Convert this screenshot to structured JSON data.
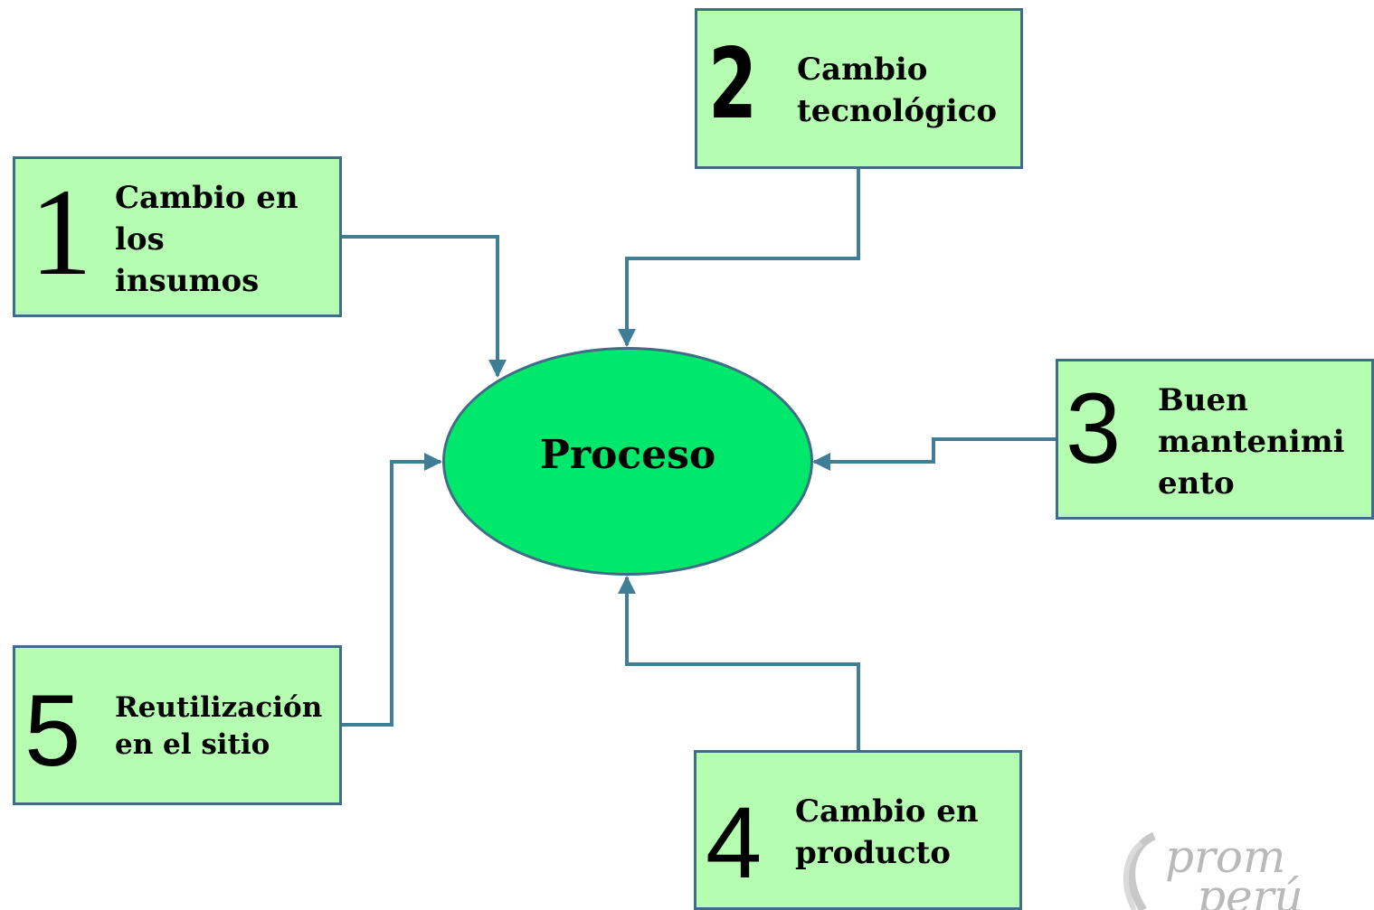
{
  "diagram": {
    "center": {
      "label": "Proceso"
    },
    "boxes": [
      {
        "number": "1",
        "label": "Cambio en\nlos\ninsumos"
      },
      {
        "number": "2",
        "label": "Cambio\ntecnológico"
      },
      {
        "number": "3",
        "label": "Buen\nmantenimi\nento"
      },
      {
        "number": "4",
        "label": "Cambio en\nproducto"
      },
      {
        "number": "5",
        "label": "Reutilización\nen el sitio"
      }
    ]
  },
  "watermark": {
    "line1": "prom",
    "line2": "perú"
  },
  "colors": {
    "box_fill": "#b5fdb0",
    "box_border": "#3f6d86",
    "ellipse_fill": "#00e86c",
    "connector": "#3f7e96",
    "watermark": "#b9b9b9"
  }
}
